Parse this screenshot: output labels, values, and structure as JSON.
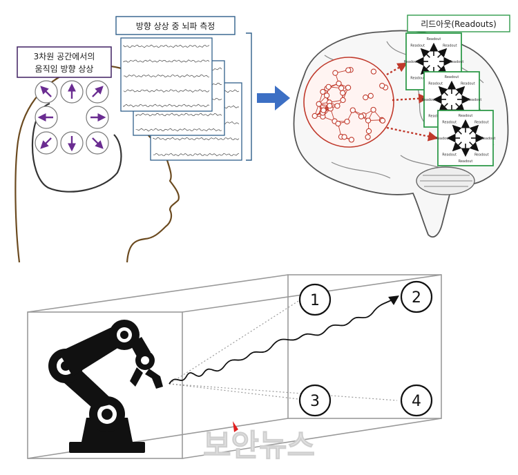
{
  "labels": {
    "motion_imagery": [
      "3차원 공간에서의",
      "움직임 방향 상상"
    ],
    "eeg_measure": "방향 상상 중 뇌파 측정",
    "readouts": "리드아웃(Readouts)",
    "readout_item": "Readout"
  },
  "targets": [
    "1",
    "2",
    "3",
    "4"
  ],
  "watermark": "보안뉴스",
  "colors": {
    "arrow_purple": "#6a2c91",
    "eeg_blue": "#2f5f8a",
    "flow_arrow": "#3c6fc4",
    "network_red": "#c0392b",
    "readout_green": "#2f9a4a",
    "head_brown": "#6b4a1f",
    "watermark_red": "#e02020"
  },
  "icons": [
    "motion-direction-arrows",
    "eeg-signal-panel",
    "brain-icon",
    "neural-network-icon",
    "robot-arm-icon"
  ]
}
